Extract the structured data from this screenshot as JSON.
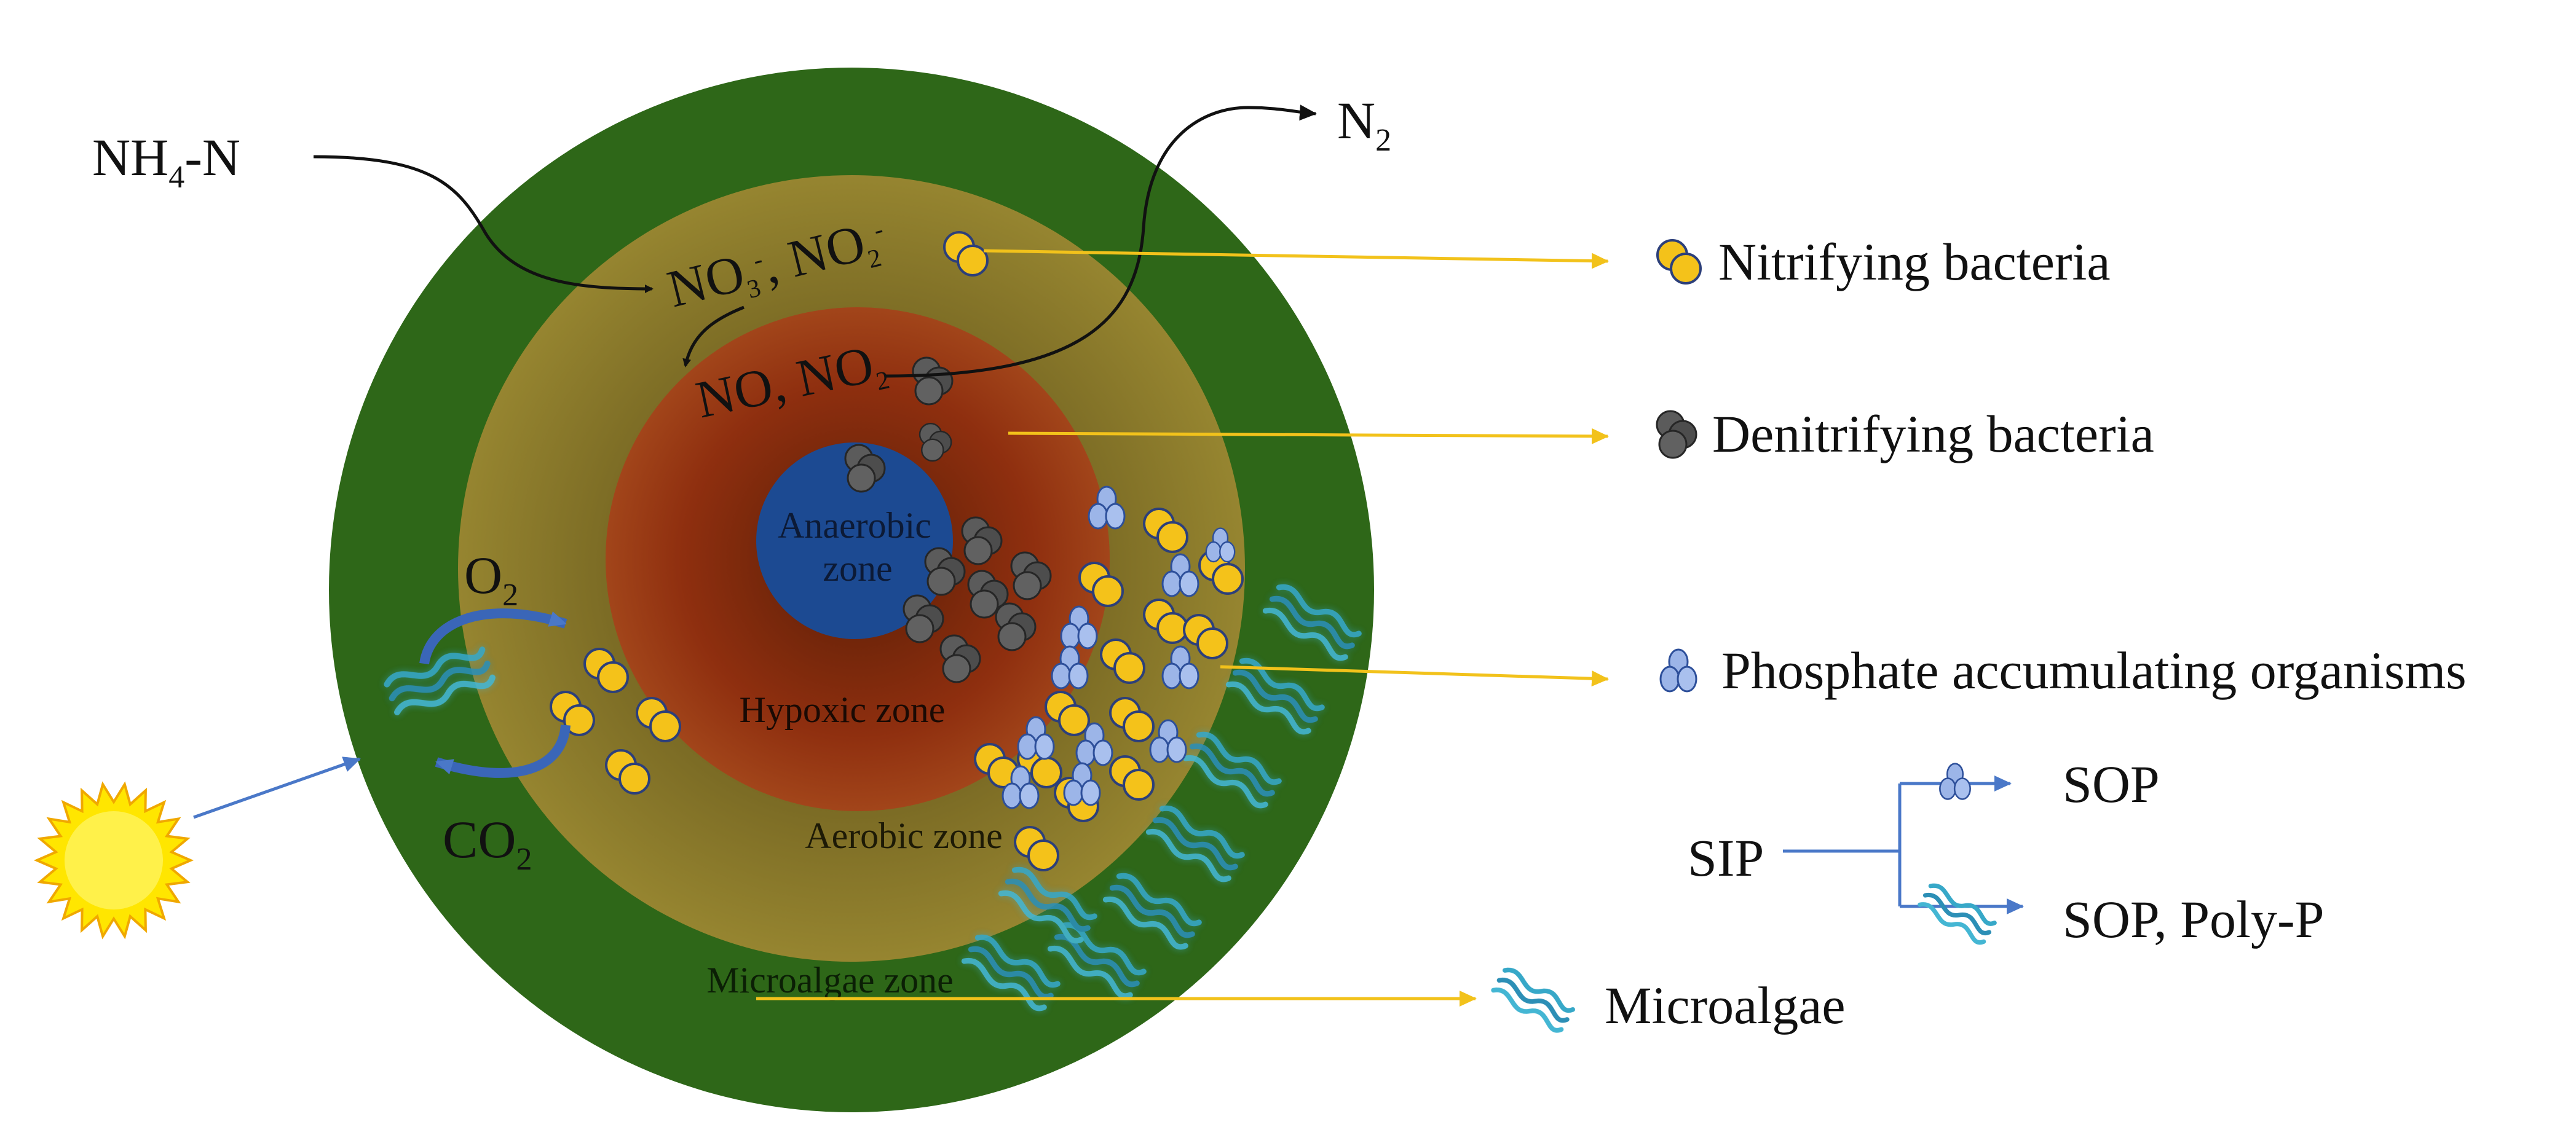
{
  "inputs": {
    "ammonium": "NH",
    "ammonium_sub": "4",
    "ammonium_tail": "-N",
    "nitrogen_gas": "N",
    "nitrogen_gas_sub": "2"
  },
  "zones": {
    "anaerobic_line1": "Anaerobic",
    "anaerobic_line2": "zone",
    "hypoxic": "Hypoxic zone",
    "aerobic": "Aerobic zone",
    "microalgae": "Microalgae zone"
  },
  "species": {
    "no3": "NO",
    "no3_sub": "3",
    "no3_sup": "-",
    "sep": ", ",
    "no2": "NO",
    "no2_sub": "2",
    "no2_sup": "-",
    "no_no2": "NO, NO",
    "no_no2_sub": "2",
    "o2": "O",
    "o2_sub": "2",
    "co2": "CO",
    "co2_sub": "2"
  },
  "legend": {
    "nitrifying": "Nitrifying bacteria",
    "denitrifying": "Denitrifying bacteria",
    "pao": "Phosphate accumulating organisms",
    "microalgae": "Microalgae"
  },
  "pathway": {
    "source": "SIP",
    "branch1": "SOP",
    "branch2": "SOP, Poly-P"
  },
  "colors": {
    "microalgae_zone": "#2e6718",
    "aerobic_zone": "#8a7a2a",
    "hypoxic_zone": "#8a2e10",
    "anaerobic_zone": "#1c4a92",
    "nitrifying": "#f4c21a",
    "denitrifying": "#555555",
    "pao": "#9cb5e8",
    "algae": "#37a8c8",
    "sun": "#ffe600"
  },
  "icons": [
    "sun-icon",
    "nitrifying-bacteria-icon",
    "denitrifying-bacteria-icon",
    "pao-icon",
    "microalgae-icon"
  ]
}
